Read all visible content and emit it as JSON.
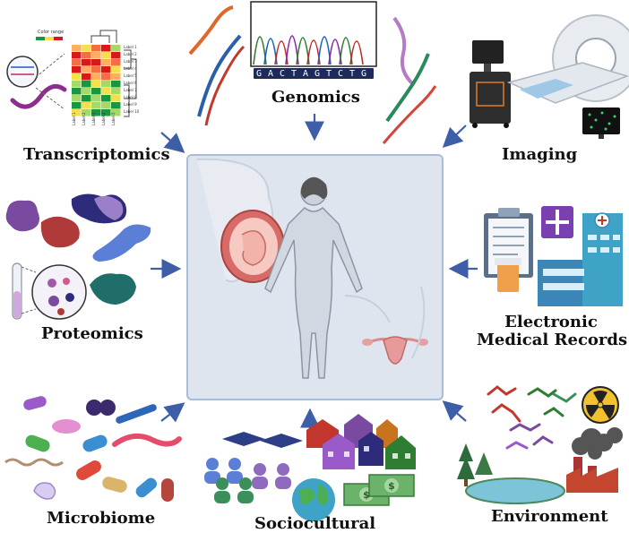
{
  "labels": {
    "transcriptomics": "Transcriptomics",
    "genomics": "Genomics",
    "imaging": "Imaging",
    "proteomics": "Proteomics",
    "emr_line1": "Electronic",
    "emr_line2": "Medical Records",
    "microbiome": "Microbiome",
    "sociocultural": "Sociocultural",
    "environment": "Environment"
  },
  "heatmap": {
    "legend_title": "Color range",
    "row_labels": [
      "Label 1",
      "Label 2",
      "Label 3",
      "Label 4",
      "Label 5",
      "Label 6",
      "Label 7",
      "Label 8",
      "Label 9",
      "Label 10"
    ],
    "col_labels": [
      "Label 1",
      "Label 2",
      "Label 3",
      "Label 4",
      "Label 5"
    ]
  },
  "sequence": {
    "bases": [
      "G",
      "A",
      "C",
      "T",
      "A",
      "G",
      "T",
      "C",
      "T",
      "G"
    ]
  },
  "colors": {
    "arrow": "#3f5ea8",
    "center_bg": "#dfe5ee",
    "center_border": "#a9bdd8"
  },
  "icons": {
    "center": "pregnant-woman-anatomy",
    "transcriptomics": "heatmap-dendrogram",
    "genomics": "dna-chromatogram",
    "imaging": "mri-scanner",
    "proteomics": "protein-structures",
    "emr": "hospital-clipboard",
    "microbiome": "bacteria",
    "sociocultural": "community-houses-money",
    "environment": "chemicals-pollution"
  }
}
